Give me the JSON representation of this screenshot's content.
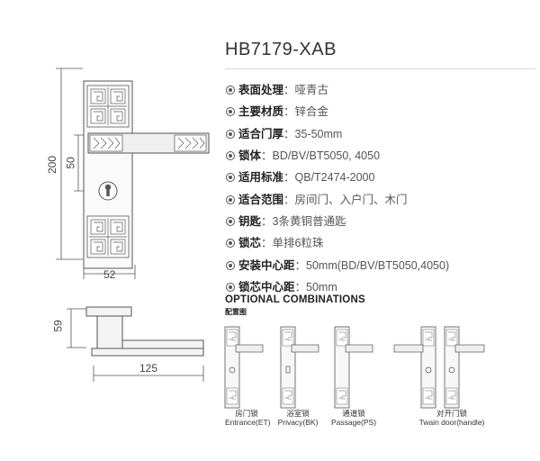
{
  "title": "HB7179-XAB",
  "specs": [
    {
      "label": "表面处理",
      "value": "：哑青古",
      "icon": "bullet-circle-icon"
    },
    {
      "label": "主要材质",
      "value": "：锌合金",
      "icon": "bullet-circle-icon"
    },
    {
      "label": "适合门厚",
      "value": "：35-50mm",
      "icon": "bullet-circle-icon"
    },
    {
      "label": "锁体",
      "value": "：BD/BV/BT5050, 4050",
      "icon": "bullet-circle-icon"
    },
    {
      "label": "适用标准",
      "value": "：QB/T2474-2000",
      "icon": "bullet-circle-icon"
    },
    {
      "label": "适合范围",
      "value": "：房间门、入户门、木门",
      "icon": "bullet-circle-icon"
    },
    {
      "label": "钥匙",
      "value": "：3条黄铜普通匙",
      "icon": "bullet-circle-icon"
    },
    {
      "label": "锁芯",
      "value": "：单排6粒珠",
      "icon": "bullet-circle-icon"
    },
    {
      "label": "安装中心距",
      "value": "：50mm(BD/BV/BT5050,4050)",
      "icon": "bullet-circle-icon"
    },
    {
      "label": "锁芯中心距",
      "value": "：50mm",
      "icon": "bullet-circle-icon"
    }
  ],
  "optional": {
    "title": "OPTIONAL COMBINATIONS",
    "subtitle": "配置图",
    "items": [
      {
        "cn": "房门锁",
        "en": "Entrance(ET)"
      },
      {
        "cn": "浴室锁",
        "en": "Privacy(BK)"
      },
      {
        "cn": "通道锁",
        "en": "Passage(PS)"
      },
      {
        "cn": "对开门锁",
        "en": "Twain door(handle)"
      }
    ]
  },
  "dimensions": {
    "height_total": "200",
    "height_center": "50",
    "width_plate": "52",
    "depth": "59",
    "length": "125"
  },
  "colors": {
    "line": "#555555",
    "text": "#333333",
    "divider": "#d9d9d9"
  }
}
